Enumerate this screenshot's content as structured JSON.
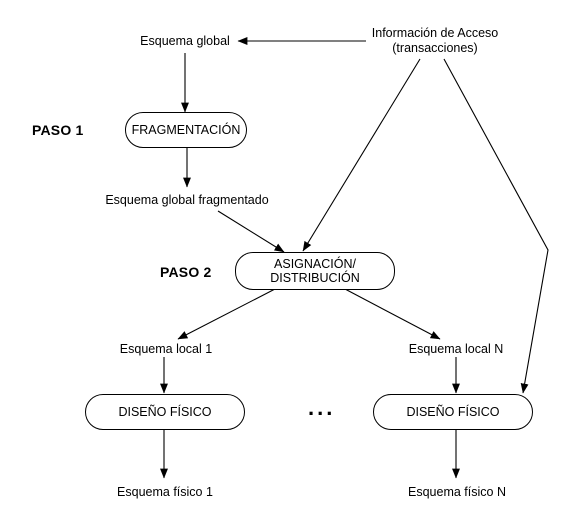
{
  "source": {
    "line1": "Información de Acceso",
    "line2": "(transacciones)"
  },
  "labels": {
    "global_schema": "Esquema global",
    "fragmented_schema": "Esquema global fragmentado",
    "local_schema_1": "Esquema local 1",
    "local_schema_n": "Esquema local N",
    "physical_schema_1": "Esquema físico 1",
    "physical_schema_n": "Esquema físico N"
  },
  "steps": {
    "step1": "PASO 1",
    "step2": "PASO 2"
  },
  "nodes": {
    "fragmentation": "FRAGMENTACIÓN",
    "allocation_line1": "ASIGNACIÓN/",
    "allocation_line2": "DISTRIBUCIÓN",
    "physical_design_1": "DISEÑO FÍSICO",
    "physical_design_n": "DISEÑO FÍSICO"
  },
  "ellipsis": "..."
}
